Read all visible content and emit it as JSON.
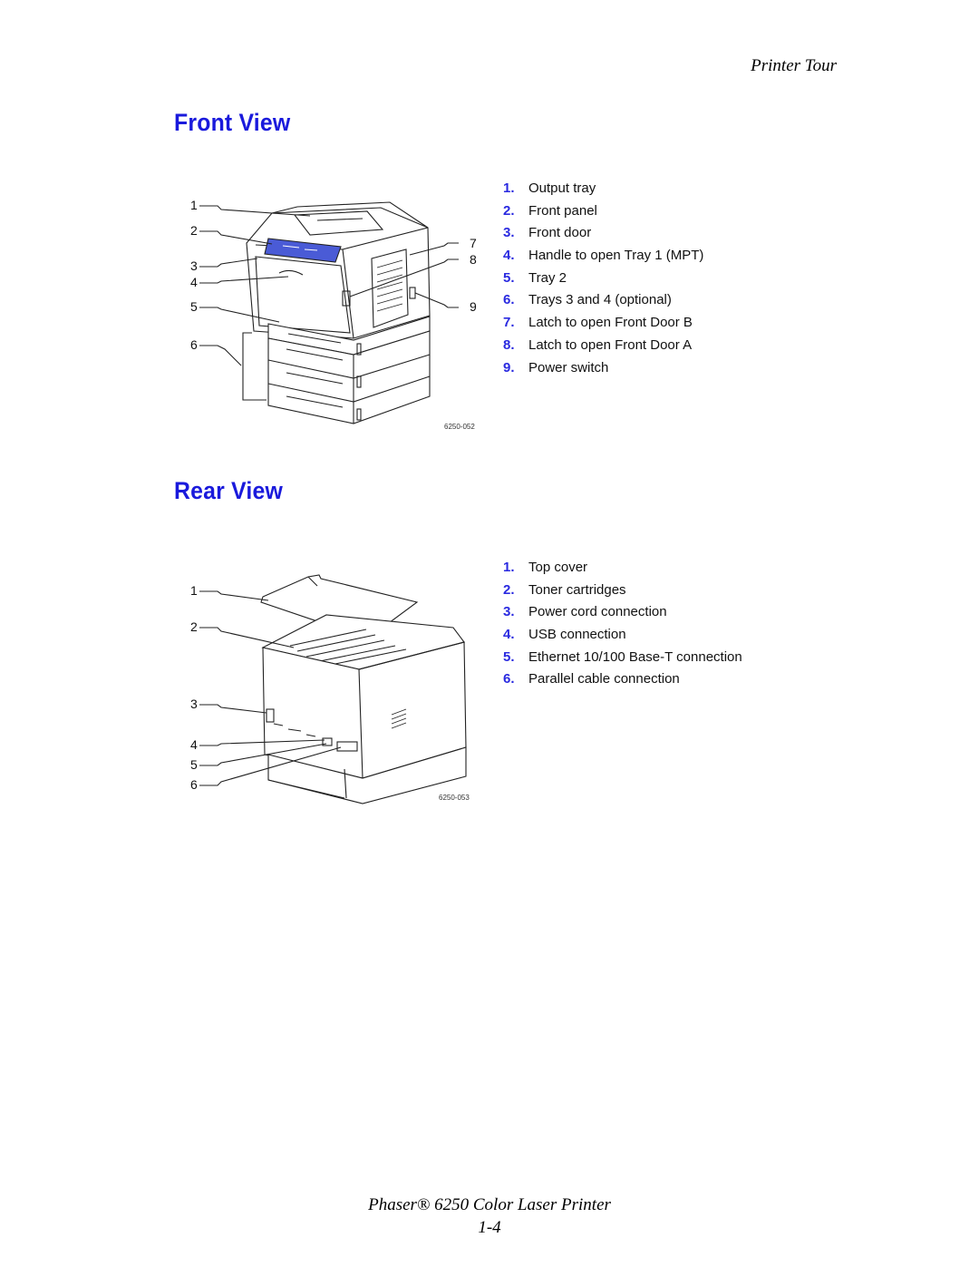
{
  "header": {
    "section": "Printer Tour"
  },
  "front_view": {
    "title": "Front View",
    "figure_code": "6250-052",
    "callouts": [
      "1",
      "2",
      "3",
      "4",
      "5",
      "6",
      "7",
      "8",
      "9"
    ],
    "items": [
      {
        "num": "1.",
        "label": "Output tray"
      },
      {
        "num": "2.",
        "label": "Front panel"
      },
      {
        "num": "3.",
        "label": "Front door"
      },
      {
        "num": "4.",
        "label": "Handle to open Tray 1 (MPT)"
      },
      {
        "num": "5.",
        "label": "Tray 2"
      },
      {
        "num": "6.",
        "label": "Trays 3 and 4 (optional)"
      },
      {
        "num": "7.",
        "label": "Latch to open Front Door B"
      },
      {
        "num": "8.",
        "label": "Latch to open Front Door A"
      },
      {
        "num": "9.",
        "label": "Power switch"
      }
    ]
  },
  "rear_view": {
    "title": "Rear View",
    "figure_code": "6250-053",
    "callouts": [
      "1",
      "2",
      "3",
      "4",
      "5",
      "6"
    ],
    "items": [
      {
        "num": "1.",
        "label": "Top cover"
      },
      {
        "num": "2.",
        "label": "Toner cartridges"
      },
      {
        "num": "3.",
        "label": "Power cord connection"
      },
      {
        "num": "4.",
        "label": "USB connection"
      },
      {
        "num": "5.",
        "label": "Ethernet 10/100 Base-T connection"
      },
      {
        "num": "6.",
        "label": "Parallel cable connection"
      }
    ]
  },
  "footer": {
    "product": "Phaser® 6250 Color Laser Printer",
    "page": "1-4"
  },
  "colors": {
    "heading": "#1a1adc",
    "legend_number": "#2a2ae0",
    "panel": "#4a5bd6"
  }
}
